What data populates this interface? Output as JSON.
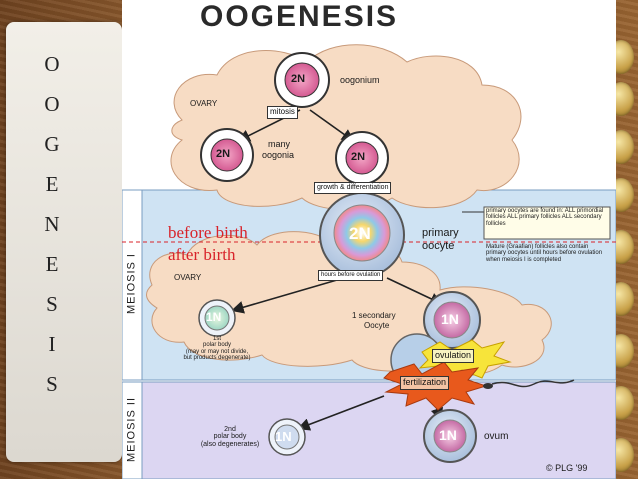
{
  "side_title": [
    "O",
    "O",
    "G",
    "E",
    "N",
    "E",
    "S",
    "I",
    "S"
  ],
  "diagram": {
    "title": "OOGENESIS",
    "oogonium": "oogonium",
    "ovary_top": "OVARY",
    "mitosis": "mitosis",
    "many_oogonia_1": "many",
    "many_oogonia_2": "oogonia",
    "growth": "growth & differentiation",
    "before_birth": "before birth",
    "after_birth": "after birth",
    "primary_oocyte_1": "primary",
    "primary_oocyte_2": "oocyte",
    "primary_note": "primary oocytes are found in: ALL primordial follicles ALL primary follicles ALL secondary follicles",
    "mature_note": "Mature (Graafian) follicles also contain primary oocytes until hours before ovulation when meiosis I is completed",
    "hours_before": "hours before ovulation",
    "ovary_bottom": "OVARY",
    "meiosis1": "MEIOSIS I",
    "meiosis2": "MEIOSIS II",
    "first_polar_1": "1st",
    "first_polar_2": "polar body",
    "first_polar_3": "(may or may not divide,",
    "first_polar_4": "but products degenerate)",
    "secondary_1": "1 secondary",
    "secondary_2": "Oocyte",
    "ovulation": "ovulation",
    "fertilization": "fertilization",
    "second_polar_1": "2nd",
    "second_polar_2": "polar body",
    "second_polar_3": "(also degenerates)",
    "ovum": "ovum",
    "copyright": "© PLG '99",
    "cell_2n": "2N",
    "cell_1n": "1N"
  },
  "colors": {
    "pink_nucleus": "#d96a9e",
    "ovary_fill": "#f6dcc2",
    "meiosis_band": "#cfe3f3",
    "red_text": "#d8232a",
    "burst": "#e8591c"
  }
}
